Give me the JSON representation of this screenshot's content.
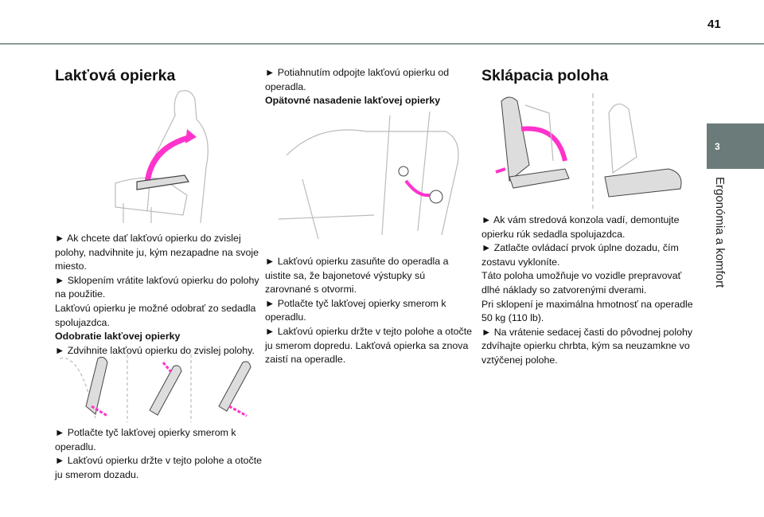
{
  "page_number": "41",
  "chapter": {
    "number": "3",
    "title": "Ergonómia a komfort"
  },
  "colors": {
    "accent": "#ff33cc",
    "tab": "#6b7b79"
  },
  "left": {
    "title": "Lakťová opierka",
    "block1": [
      "► Ak chcete dať lakťovú opierku do zvislej polohy, nadvihnite ju, kým nezapadne na svoje miesto.",
      "► Sklopením vrátite lakťovú opierku do polohy na použitie.",
      "Lakťovú opierku je možné odobrať zo sedadla spolujazdca."
    ],
    "subheading": "Odobratie lakťovej opierky",
    "block1_end": "► Zdvihnite lakťovú opierku do zvislej polohy.",
    "block2": [
      "► Potlačte tyč lakťovej opierky smerom k operadlu.",
      "► Lakťovú opierku držte v tejto polohe a otočte ju smerom dozadu."
    ]
  },
  "middle": {
    "intro": "► Potiahnutím odpojte lakťovú opierku od operadla.",
    "subheading": "Opätovné nasadenie lakťovej opierky",
    "block": [
      "► Lakťovú opierku zasuňte do operadla a uistite sa, že bajonetové výstupky sú zarovnané s otvormi.",
      "► Potlačte tyč lakťovej opierky smerom k operadlu.",
      "► Lakťovú opierku držte v tejto polohe a otočte ju smerom dopredu. Lakťová opierka sa znova zaistí na operadle."
    ]
  },
  "right": {
    "title": "Sklápacia poloha",
    "block": [
      "► Ak vám stredová konzola vadí, demontujte opierku rúk sedadla spolujazdca.",
      "► Zatlačte ovládací prvok úplne dozadu, čím zostavu vykloníte.",
      "Táto poloha umožňuje vo vozidle prepravovať dlhé náklady so zatvorenými dverami.",
      "Pri sklopení je maximálna hmotnosť na operadle 50 kg (110 lb).",
      "► Na vrátenie sedacej časti do pôvodnej polohy zdvíhajte opierku chrbta, kým sa neuzamkne vo vztýčenej polohe."
    ]
  }
}
